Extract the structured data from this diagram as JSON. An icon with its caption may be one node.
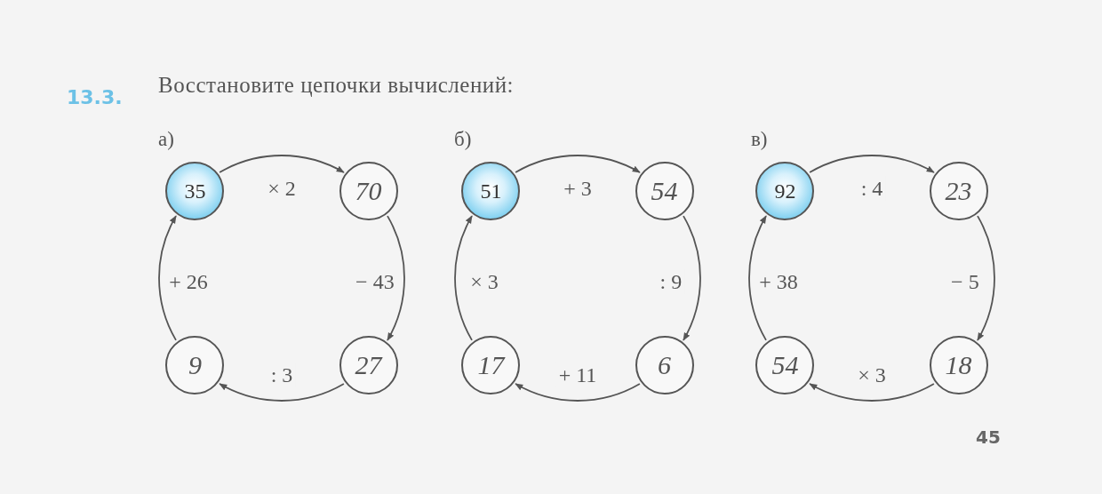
{
  "diagram": {
    "title": "Восстановите цепочки вычислений:",
    "nodes": [
      {
        "text": [
          "35"
        ]
      },
      {
        "text": [
          "70"
        ]
      },
      {
        "text": [
          "27"
        ]
      },
      {
        "text": [
          "9"
        ]
      },
      {
        "text": [
          "51"
        ]
      },
      {
        "text": [
          "54"
        ]
      },
      {
        "text": [
          "6"
        ]
      },
      {
        "text": [
          "17"
        ]
      },
      {
        "text": [
          "92"
        ]
      },
      {
        "text": [
          "23"
        ]
      },
      {
        "text": [
          "18"
        ]
      },
      {
        "text": [
          "54"
        ]
      }
    ],
    "edges": [
      {
        "from": 0,
        "to": 1,
        "arrow": "to",
        "label": "× 2"
      },
      {
        "from": 1,
        "to": 2,
        "arrow": "to",
        "label": "− 43"
      },
      {
        "from": 2,
        "to": 3,
        "arrow": "to",
        "label": ": 3"
      },
      {
        "from": 3,
        "to": 0,
        "arrow": "to",
        "label": "+ 26"
      },
      {
        "from": 4,
        "to": 5,
        "arrow": "to",
        "label": "+ 3"
      },
      {
        "from": 5,
        "to": 6,
        "arrow": "to",
        "label": ": 9"
      },
      {
        "from": 6,
        "to": 7,
        "arrow": "to",
        "label": "+ 11"
      },
      {
        "from": 7,
        "to": 4,
        "arrow": "to",
        "label": "× 3"
      },
      {
        "from": 8,
        "to": 9,
        "arrow": "to",
        "label": ": 4"
      },
      {
        "from": 9,
        "to": 10,
        "arrow": "to",
        "label": "− 5"
      },
      {
        "from": 10,
        "to": 11,
        "arrow": "to",
        "label": "× 3"
      },
      {
        "from": 11,
        "to": 8,
        "arrow": "to",
        "label": "+ 38"
      }
    ],
    "labels": [
      "13.3.",
      "а)",
      "б)",
      "в)",
      "45"
    ]
  }
}
